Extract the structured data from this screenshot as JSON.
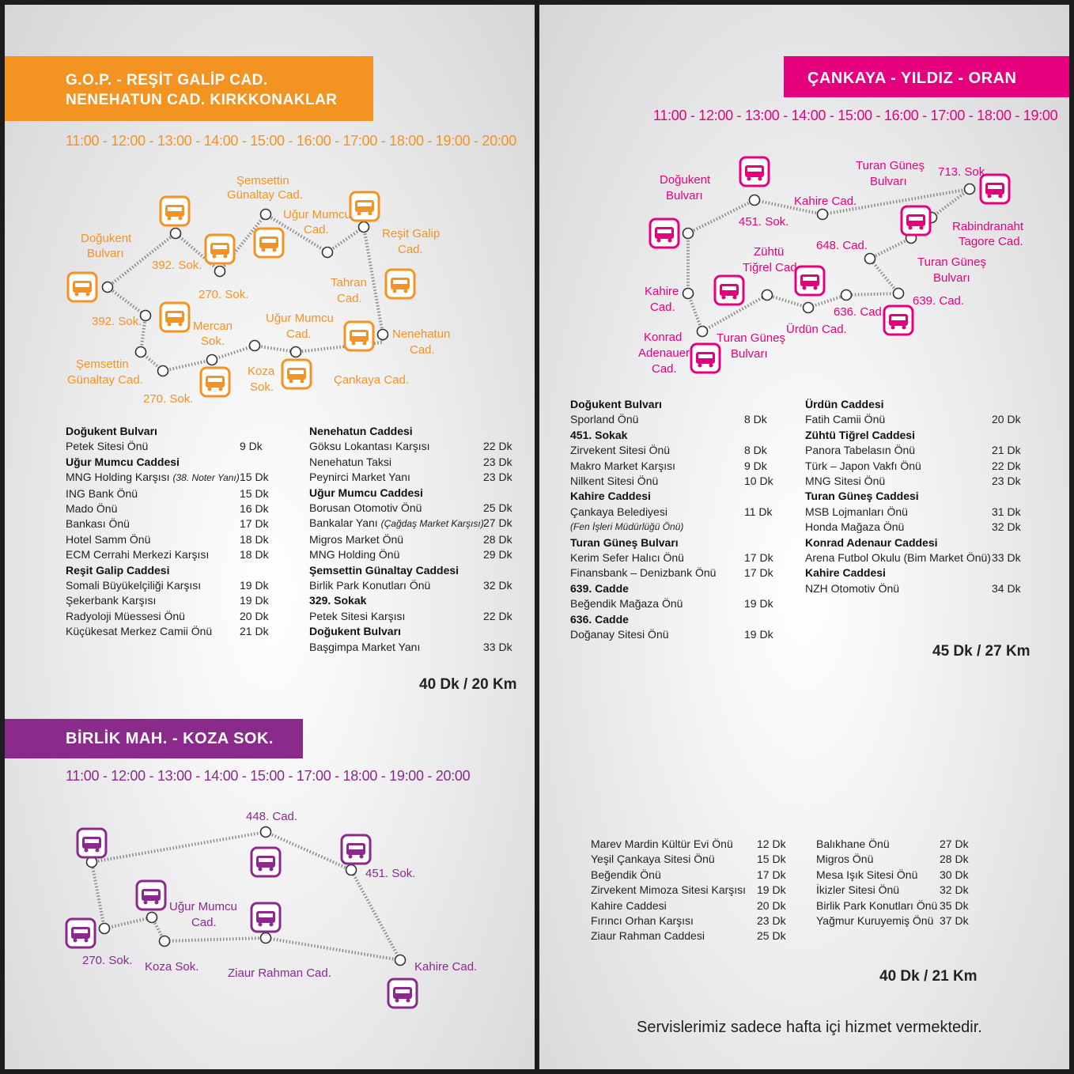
{
  "colors": {
    "orange": "#f39321",
    "pink": "#e5007e",
    "purple": "#8a2a8a",
    "node_line": "#888888"
  },
  "route1": {
    "title_line1": "G.O.P. - REŞİT GALİP CAD.",
    "title_line2": "NENEHATUN CAD.  KIRKKONAKLAR",
    "times": "11:00 - 12:00 - 13:00 - 14:00 - 15:00 - 16:00 - 17:00 - 18:00 - 19:00 - 20:00",
    "labels": [
      "Şemsettin",
      "Günaltay Cad.",
      "Doğukent",
      "Bulvarı",
      "Uğur Mumcu",
      "Cad.",
      "Reşit Galip",
      "Cad.",
      "392. Sok.",
      "270. Sok.",
      "Tahran",
      "Cad.",
      "392. Sok.",
      "Mercan",
      "Sok.",
      "Uğur Mumcu",
      "Cad.",
      "Nenehatun",
      "Cad.",
      "Şemsettin",
      "Günaltay Cad.",
      "270. Sok.",
      "Koza",
      "Sok.",
      "Çankaya Cad."
    ],
    "col1": [
      {
        "h": "Doğukent Bulvarı"
      },
      {
        "n": "Petek Sitesi Önü",
        "d": "9 Dk"
      },
      {
        "h": "Uğur Mumcu Caddesi"
      },
      {
        "n": "MNG Holding Karşısı",
        "i": "(38. Noter Yanı)",
        "d": "15 Dk"
      },
      {
        "n": "ING Bank Önü",
        "d": "15 Dk"
      },
      {
        "n": "Mado Önü",
        "d": "16 Dk"
      },
      {
        "n": "Bankası Önü",
        "d": "17 Dk"
      },
      {
        "n": "Hotel Samm Önü",
        "d": "18 Dk"
      },
      {
        "n": "ECM Cerrahi Merkezi Karşısı",
        "d": "18 Dk"
      },
      {
        "h": "Reşit Galip Caddesi"
      },
      {
        "n": "Somali Büyükelçiliği Karşısı",
        "d": "19 Dk"
      },
      {
        "n": "Şekerbank Karşısı",
        "d": "19 Dk"
      },
      {
        "n": "Radyoloji Müessesi Önü",
        "d": "20 Dk"
      },
      {
        "n": "Küçükesat Merkez Camii Önü",
        "d": "21 Dk"
      }
    ],
    "col2": [
      {
        "h": "Nenehatun Caddesi"
      },
      {
        "n": "Göksu Lokantası Karşısı",
        "d": "22 Dk"
      },
      {
        "n": "Nenehatun Taksi",
        "d": "23 Dk"
      },
      {
        "n": "Peynirci Market Yanı",
        "d": "23 Dk"
      },
      {
        "h": "Uğur Mumcu Caddesi"
      },
      {
        "n": "Borusan Otomotiv Önü",
        "d": "25 Dk"
      },
      {
        "n": "Bankalar Yanı",
        "i": "(Çağdaş Market Karşısı)",
        "d": "27 Dk"
      },
      {
        "n": "Migros Market Önü",
        "d": "28 Dk"
      },
      {
        "n": "MNG Holding Önü",
        "d": "29 Dk"
      },
      {
        "h": "Şemsettin Günaltay Caddesi"
      },
      {
        "n": "Birlik Park Konutları Önü",
        "d": "32 Dk"
      },
      {
        "h": "329. Sokak"
      },
      {
        "n": "Petek Sitesi Karşısı",
        "d": "22 Dk"
      },
      {
        "h": "Doğukent Bulvarı"
      },
      {
        "n": "Başgimpa Market Yanı",
        "d": "33 Dk"
      }
    ],
    "total": "40 Dk / 20 Km"
  },
  "route2": {
    "title": "BİRLİK MAH. - KOZA SOK.",
    "times": "11:00 - 12:00 - 13:00 - 14:00 - 15:00 - 17:00 - 18:00 - 19:00 - 20:00",
    "labels": [
      "448. Cad.",
      "451. Sok.",
      "Uğur Mumcu",
      "Cad.",
      "270. Sok.",
      "Koza Sok.",
      "Ziaur Rahman Cad.",
      "Kahire Cad."
    ]
  },
  "route3": {
    "title": "ÇANKAYA - YILDIZ - ORAN",
    "times": "11:00 - 12:00 - 13:00 - 14:00 - 15:00 - 16:00 - 17:00 - 18:00 - 19:00",
    "labels": [
      "Doğukent",
      "Bulvarı",
      "451. Sok.",
      "Kahire Cad.",
      "Turan Güneş",
      "Bulvarı",
      "713. Sok.",
      "Rabindranaht",
      "Tagore Cad.",
      "648. Cad.",
      "Zühtü",
      "Tiğrel Cad.",
      "Turan Güneş",
      "Bulvarı",
      "Kahire",
      "Cad.",
      "636. Cad.",
      "639. Cad.",
      "Ürdün Cad.",
      "Konrad",
      "Adenauer",
      "Cad.",
      "Turan Güneş",
      "Bulvarı"
    ],
    "col1": [
      {
        "h": "Doğukent Bulvarı"
      },
      {
        "n": "Sporland Önü",
        "d": "8 Dk"
      },
      {
        "h": "451. Sokak"
      },
      {
        "n": "Zirvekent Sitesi Önü",
        "d": "8 Dk"
      },
      {
        "n": "Makro Market Karşısı",
        "d": "9 Dk"
      },
      {
        "n": "Nilkent Sitesi Önü",
        "d": "10 Dk"
      },
      {
        "h": "Kahire Caddesi"
      },
      {
        "n": "Çankaya Belediyesi",
        "d": "11 Dk"
      },
      {
        "i2": "(Fen İşleri Müdürlüğü Önü)"
      },
      {
        "h": "Turan Güneş Bulvarı"
      },
      {
        "n": "Kerim Sefer Halıcı Önü",
        "d": "17 Dk"
      },
      {
        "n": "Finansbank – Denizbank Önü",
        "d": "17 Dk"
      },
      {
        "h": "639. Cadde"
      },
      {
        "n": "Beğendik Mağaza Önü",
        "d": "19 Dk"
      },
      {
        "h": "636. Cadde"
      },
      {
        "n": "Doğanay Sitesi Önü",
        "d": "19 Dk"
      }
    ],
    "col2": [
      {
        "h": "Ürdün Caddesi"
      },
      {
        "n": "Fatih Camii Önü",
        "d": "20 Dk"
      },
      {
        "h": "Zühtü Tiğrel Caddesi"
      },
      {
        "n": "Panora Tabelasın Önü",
        "d": "21 Dk"
      },
      {
        "n": "Türk – Japon Vakfı Önü",
        "d": "22 Dk"
      },
      {
        "n": "MNG Sitesi Önü",
        "d": "23 Dk"
      },
      {
        "h": "Turan Güneş Caddesi"
      },
      {
        "n": "MSB Lojmanları Önü",
        "d": "31 Dk"
      },
      {
        "n": "Honda Mağaza Önü",
        "d": "32 Dk"
      },
      {
        "h": "Konrad Adenaur Caddesi"
      },
      {
        "n": "Arena Futbol Okulu (Bim Market Önü)",
        "d": "33 Dk"
      },
      {
        "h": "Kahire Caddesi"
      },
      {
        "n": "NZH Otomotiv Önü",
        "d": "34 Dk"
      }
    ],
    "total": "45 Dk / 27 Km"
  },
  "route2_stops": {
    "col1": [
      {
        "n": "Marev Mardin Kültür Evi Önü",
        "d": "12 Dk"
      },
      {
        "n": "Yeşil Çankaya Sitesi Önü",
        "d": "15 Dk"
      },
      {
        "n": "Beğendik Önü",
        "d": "17 Dk"
      },
      {
        "n": "Zirvekent Mimoza Sitesi Karşısı",
        "d": "19 Dk"
      },
      {
        "n": "Kahire Caddesi",
        "d": "20 Dk"
      },
      {
        "n": "Fırıncı Orhan Karşısı",
        "d": "23 Dk"
      },
      {
        "n": "Ziaur Rahman Caddesi",
        "d": "25 Dk"
      }
    ],
    "col2": [
      {
        "n": "Balıkhane Önü",
        "d": "27 Dk"
      },
      {
        "n": "Migros Önü",
        "d": "28 Dk"
      },
      {
        "n": "Mesa Işık Sitesi Önü",
        "d": "30 Dk"
      },
      {
        "n": "İkizler Sitesi Önü",
        "d": "32 Dk"
      },
      {
        "n": "Birlik Park Konutları Önü",
        "d": "35 Dk"
      },
      {
        "n": "Yağmur Kuruyemiş Önü",
        "d": "37 Dk"
      }
    ],
    "total": "40 Dk / 21 Km"
  },
  "footer_note": "Servislerimiz sadece hafta içi hizmet vermektedir."
}
